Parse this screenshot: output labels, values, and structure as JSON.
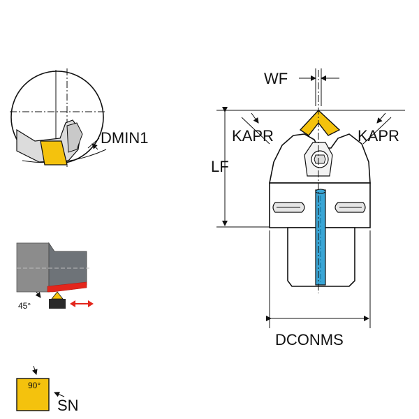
{
  "labels": {
    "wf": "WF",
    "kapr_left": "KAPR",
    "kapr_right": "KAPR",
    "lf": "LF",
    "dconms": "DCONMS",
    "dmin1": "DMIN1",
    "angle_45": "45°",
    "angle_90": "90°",
    "sn": "SN"
  },
  "colors": {
    "insert_yellow": "#f4c20d",
    "coolant_blue": "#3aa6d6",
    "edge_red": "#e3261c",
    "tool_gray": "#8c8c8c",
    "line_black": "#111111"
  },
  "icons": {
    "direction_arrow": "double-headed-arrow-icon"
  }
}
